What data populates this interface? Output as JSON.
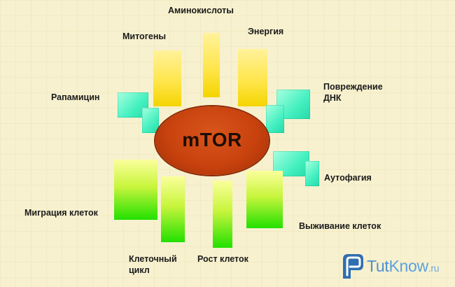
{
  "center": {
    "label": "mTOR"
  },
  "labels": {
    "amino_acids": "Аминокислоты",
    "mitogens": "Митогены",
    "energy": "Энергия",
    "rapamycin": "Рапамицин",
    "dna_damage_line1": "Повреждение",
    "dna_damage_line2": "ДНК",
    "autophagy": "Аутофагия",
    "cell_migration": "Миграция клеток",
    "cell_survival": "Выживание клеток",
    "cell_cycle_line1": "Клеточный",
    "cell_cycle_line2": "цикл",
    "cell_growth": "Рост клеток"
  },
  "watermark": {
    "part1": "Tut",
    "part2": "Know",
    "part3": ".ru"
  },
  "colors": {
    "background": "#f7f1cf",
    "center_fill": "#c8420e",
    "activator_yellow": "#ffe64d",
    "output_green": "#22e000",
    "inhibitor_teal": "#44f0c0",
    "logo_blue": "#4e90cf"
  }
}
